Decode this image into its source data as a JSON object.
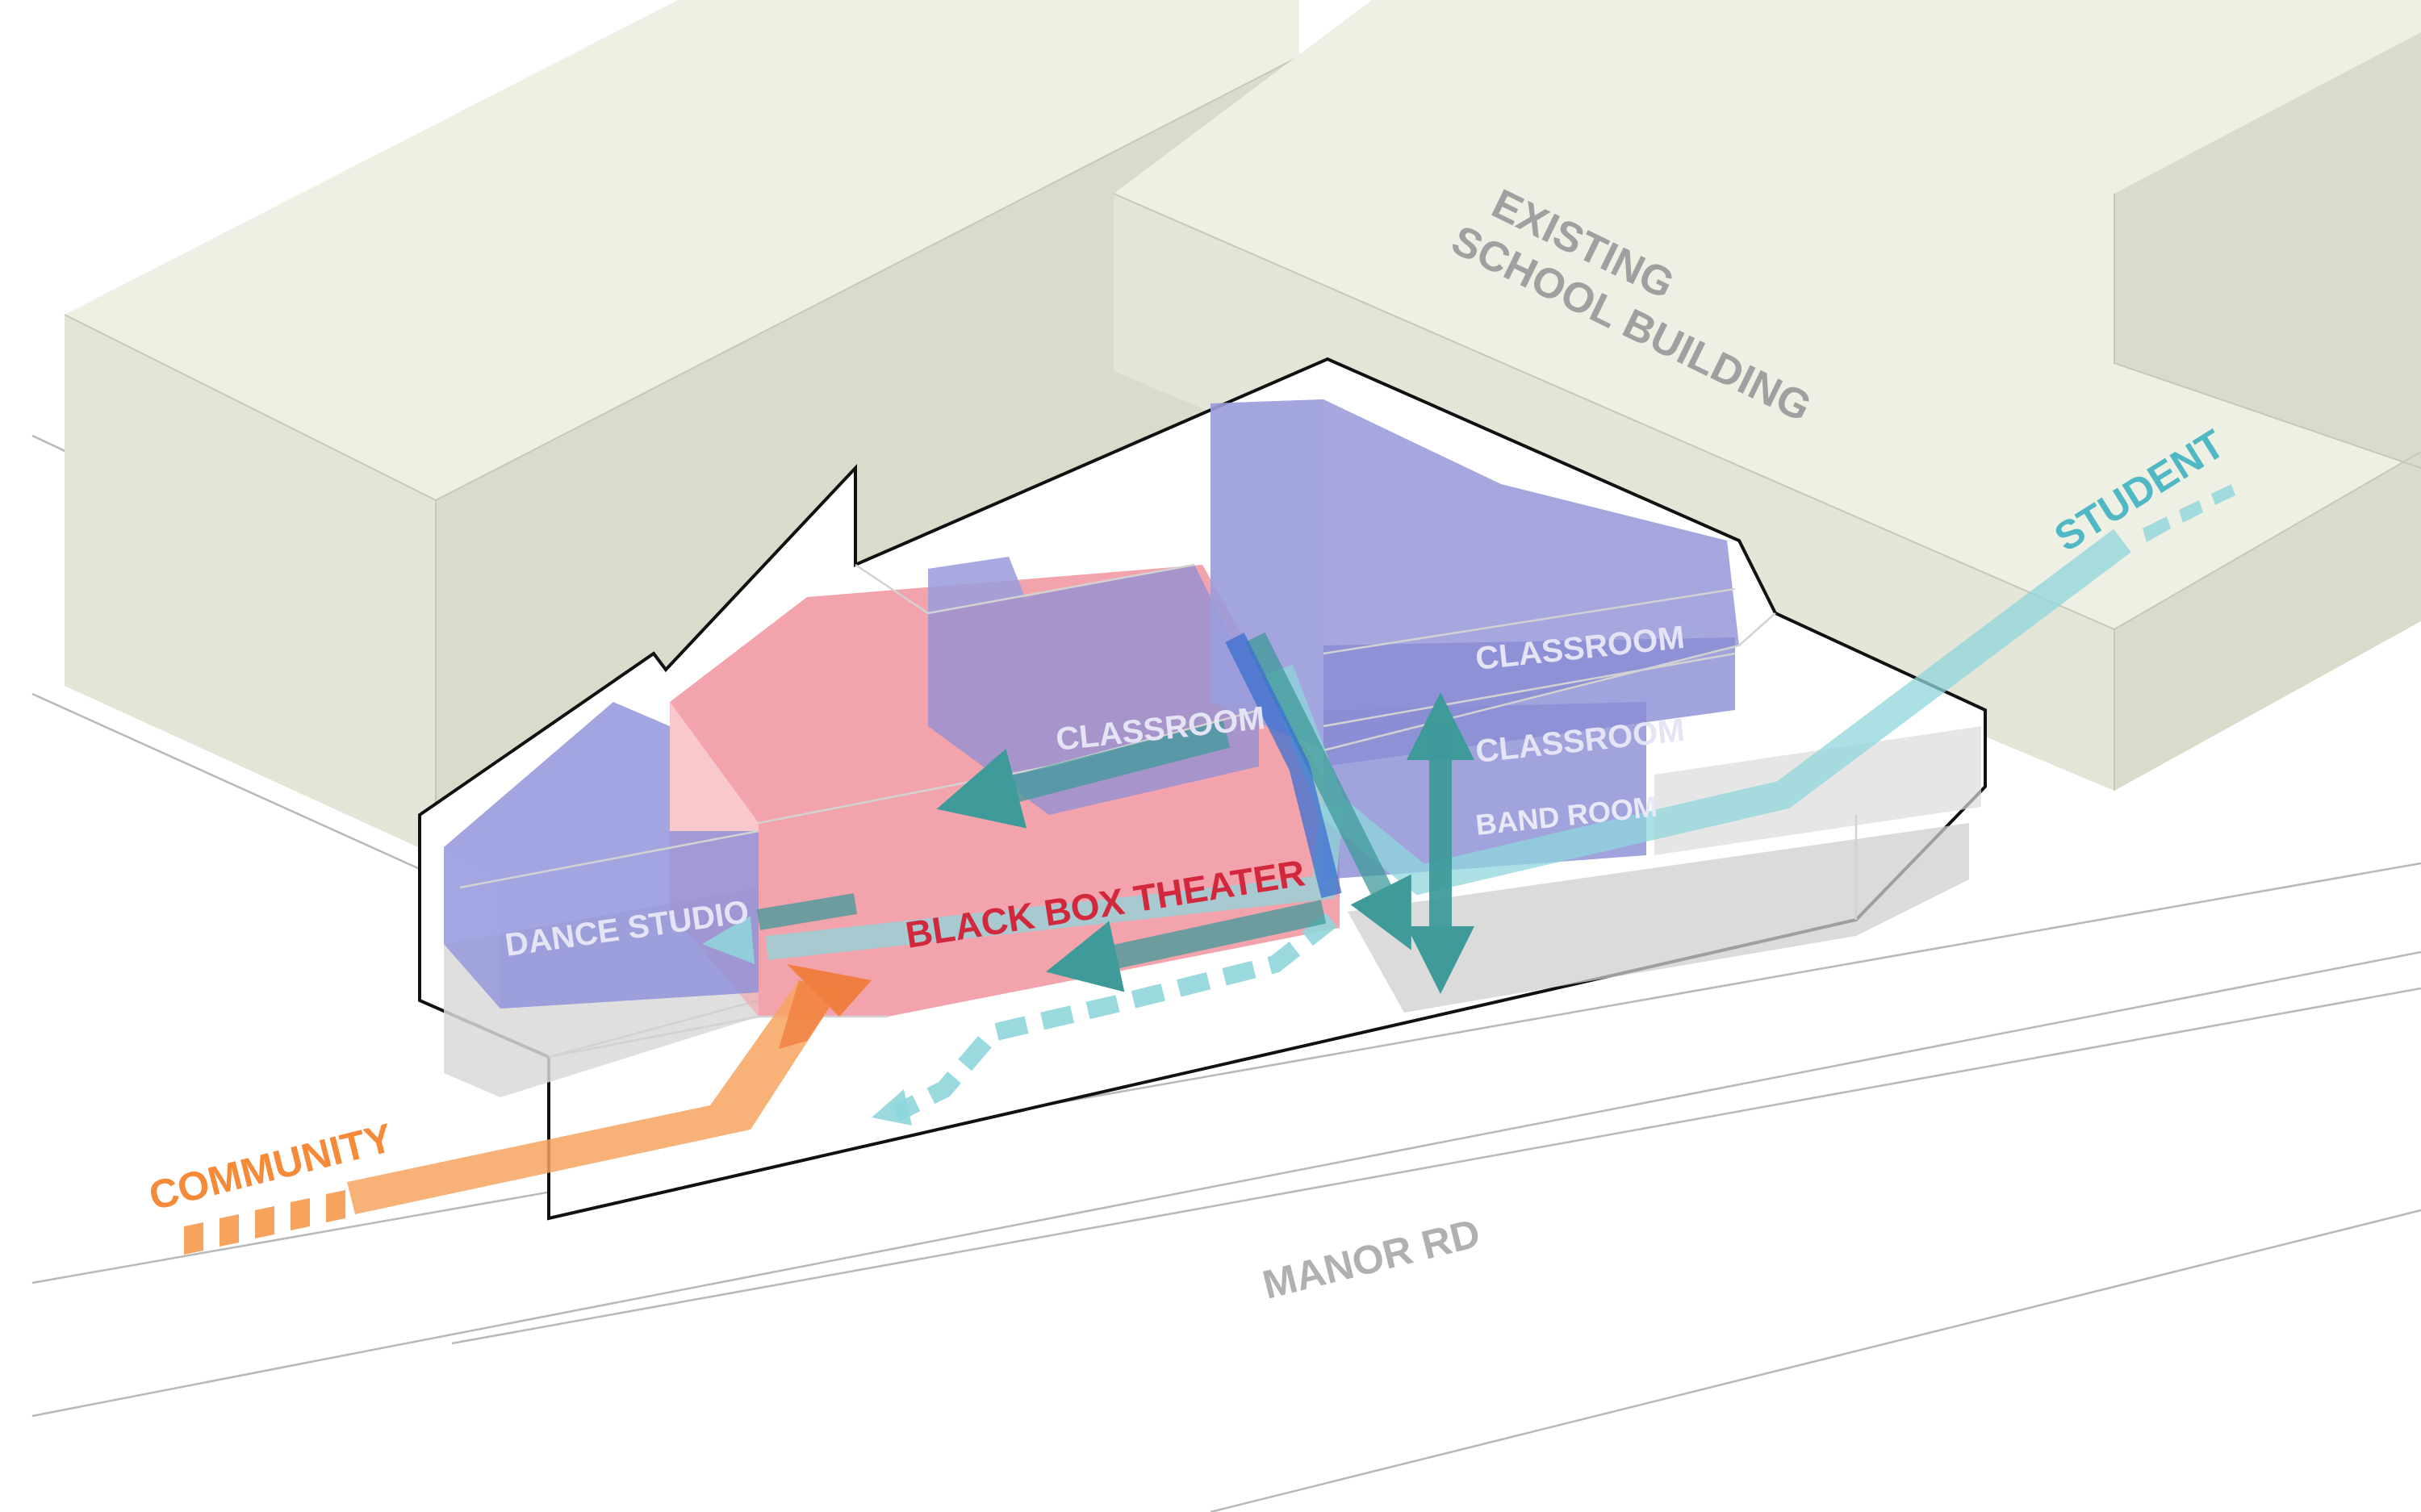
{
  "labels": {
    "existing_line1": "EXISTING",
    "existing_line2": "SCHOOL BUILDING",
    "student": "STUDENT",
    "community": "COMMUNITY",
    "street": "MANOR RD",
    "classroom_upper": "CLASSROOM",
    "classroom_middle": "CLASSROOM",
    "classroom_left": "CLASSROOM",
    "band_room": "BAND ROOM",
    "dance_studio": "DANCE STUDIO",
    "black_box_theater": "BLACK BOX THEATER"
  },
  "colors": {
    "building": "#eef0e4",
    "program_blue": "#7c7fd0",
    "theater_red": "#ee7a86",
    "student_arrow": "#8fd6dc",
    "community_arrow": "#f7a35e",
    "circulation_teal": "#3f9a9a",
    "label_grey": "#a0a0a0",
    "theater_label": "#d2283c"
  }
}
